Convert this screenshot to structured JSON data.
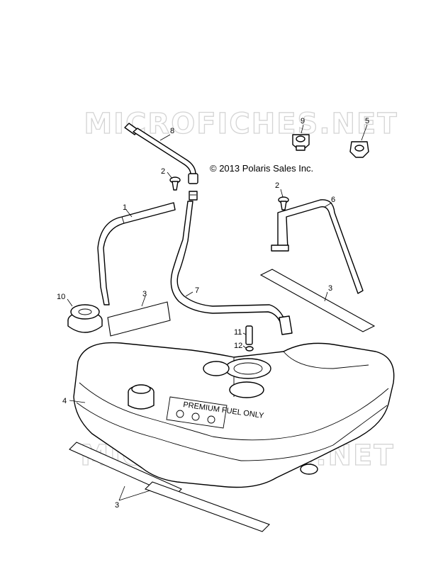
{
  "watermark": "MICROFICHES.NET",
  "copyright": "© 2013 Polaris Sales Inc.",
  "tank_label": "PREMIUM FUEL ONLY",
  "callouts": [
    "1",
    "2",
    "2",
    "3",
    "3",
    "3",
    "4",
    "5",
    "6",
    "7",
    "8",
    "9",
    "10",
    "11",
    "12"
  ]
}
